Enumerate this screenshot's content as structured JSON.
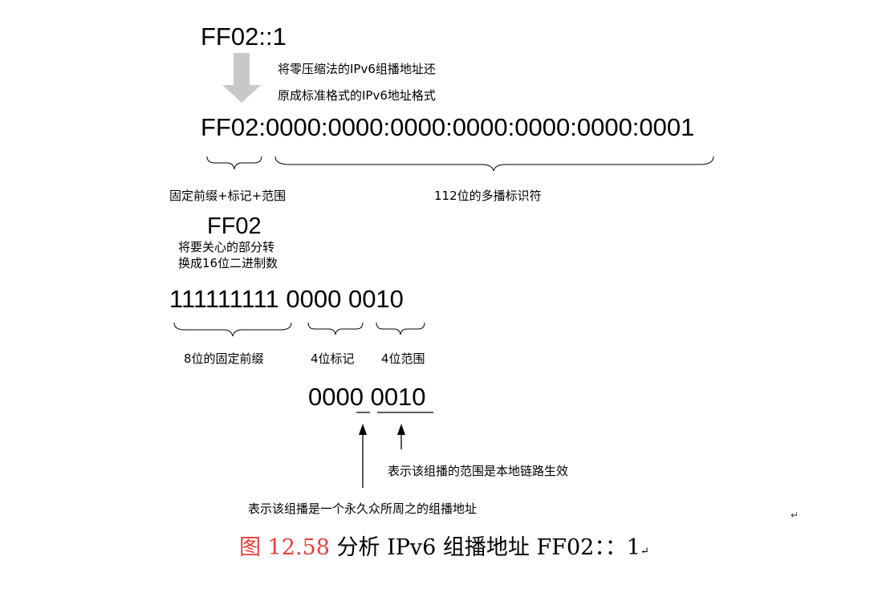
{
  "compressed_address": "FF02::1",
  "restore_note_line1": "将零压缩法的IPv6组播地址还",
  "restore_note_line2": "原成标准格式的IPv6地址格式",
  "full_address": "FF02:0000:0000:0000:0000:0000:0000:0001",
  "prefix_label": "固定前缀+标记+范围",
  "identifier_label": "112位的多播标识符",
  "ff02_text": "FF02",
  "convert_note_line1": "将要关心的部分转",
  "convert_note_line2": "换成16位二进制数",
  "binary_text": "111111111 0000 0010",
  "fixed_prefix_label": "8位的固定前缀",
  "flag_label": "4位标记",
  "scope_label": "4位范围",
  "binary_detail": "0000 0010",
  "scope_note": "表示该组播的范围是本地链路生效",
  "flag_note": "表示该组播是一个永久众所周之的组播地址",
  "return_mark": "↵",
  "caption": {
    "figure_number": "图 12.58",
    "title": "分析 IPv6 组播地址 FF02：：1",
    "return_mark": "↵"
  },
  "colors": {
    "caption_number": "#e8403e",
    "arrow_fill": "#c8c8c8",
    "lines": "#000000"
  }
}
